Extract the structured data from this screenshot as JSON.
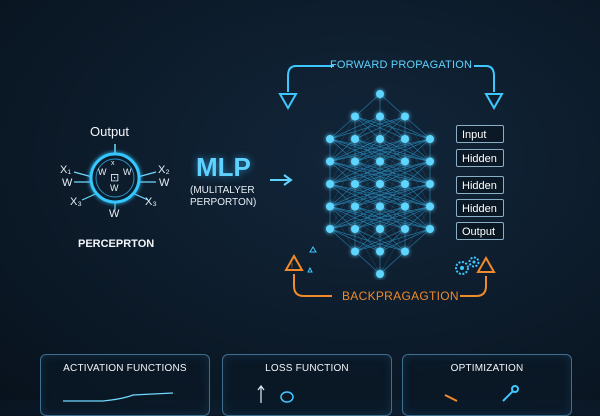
{
  "perceptron": {
    "output_label": "Output",
    "inputs": {
      "x1": "X₁",
      "x2": "X₂",
      "x3": "X₃",
      "x3b": "X₃",
      "w_left": "W",
      "w_right": "W",
      "w_bottom": "W"
    },
    "core_labels": {
      "top": "x",
      "left": "W",
      "right": "W",
      "center": "⊡",
      "bottom": "W"
    },
    "title": "PERCEPRTON"
  },
  "mlp": {
    "title": "MLP",
    "subtitle_line1": "(MULITALYER",
    "subtitle_line2": "PERPORTON)"
  },
  "network": {
    "forward_label": "FORWARD PROPAGATION",
    "backward_label": "BACKPRAGAGTION",
    "layer_labels": [
      "Input",
      "Hidden",
      "Hidden",
      "Hidden",
      "Output"
    ]
  },
  "panels": [
    {
      "title": "ACTIVATION FUNCTIONS"
    },
    {
      "title": "LOSS FUNCTION"
    },
    {
      "title": "OPTIMIZATION"
    }
  ],
  "colors": {
    "accent_cyan": "#3fc8ff",
    "accent_orange": "#f08a2a",
    "node_glow": "#2fb6ff"
  }
}
